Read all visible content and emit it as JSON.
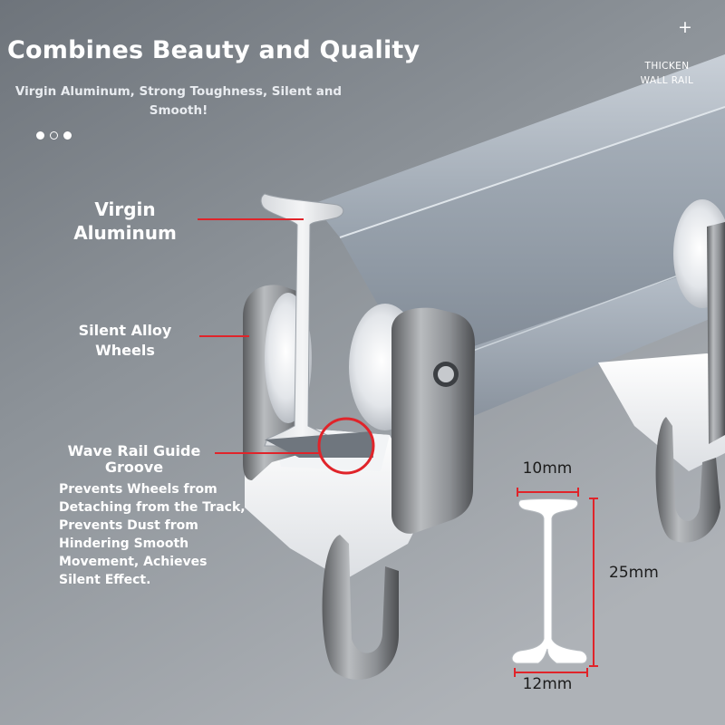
{
  "header": {
    "title": "Combines Beauty and Quality",
    "subtitle": "Virgin Aluminum, Strong Toughness, Silent and Smooth!"
  },
  "corner": {
    "plus_icon": "plus-icon",
    "label": "THICKEN\nWALL RAIL"
  },
  "carousel": {
    "slide_count": 3,
    "active_index": 1
  },
  "callouts": [
    {
      "label": "Virgin Aluminum"
    },
    {
      "label": "Silent Alloy Wheels"
    },
    {
      "label": "Wave Rail Guide Groove",
      "description": "Prevents Wheels from Detaching from the Track, Prevents Dust from Hindering Smooth Movement, Achieves Silent Effect."
    }
  ],
  "dimensions": {
    "top_width": "10mm",
    "height": "25mm",
    "bottom_width": "12mm"
  },
  "colors": {
    "accent_red": "#e0242a",
    "background": "#7f858c"
  }
}
